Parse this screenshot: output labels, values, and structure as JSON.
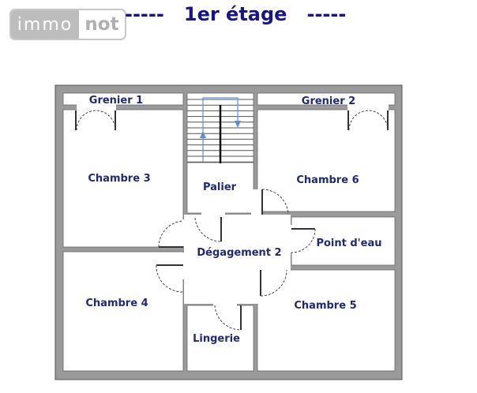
{
  "logo": {
    "part1": "immo",
    "part2": "not"
  },
  "title": "-----   1er étage   -----",
  "rooms": {
    "grenier1": "Grenier 1",
    "grenier2": "Grenier 2",
    "chambre3": "Chambre 3",
    "chambre6": "Chambre 6",
    "palier": "Palier",
    "point_deau": "Point d'eau",
    "degagement": "Dégagement 2",
    "chambre4": "Chambre 4",
    "chambre5": "Chambre 5",
    "lingerie": "Lingerie"
  },
  "colors": {
    "label": "#1e2a78",
    "wall": "#9a9a9a",
    "stair_arrow": "#5b8fd0"
  }
}
